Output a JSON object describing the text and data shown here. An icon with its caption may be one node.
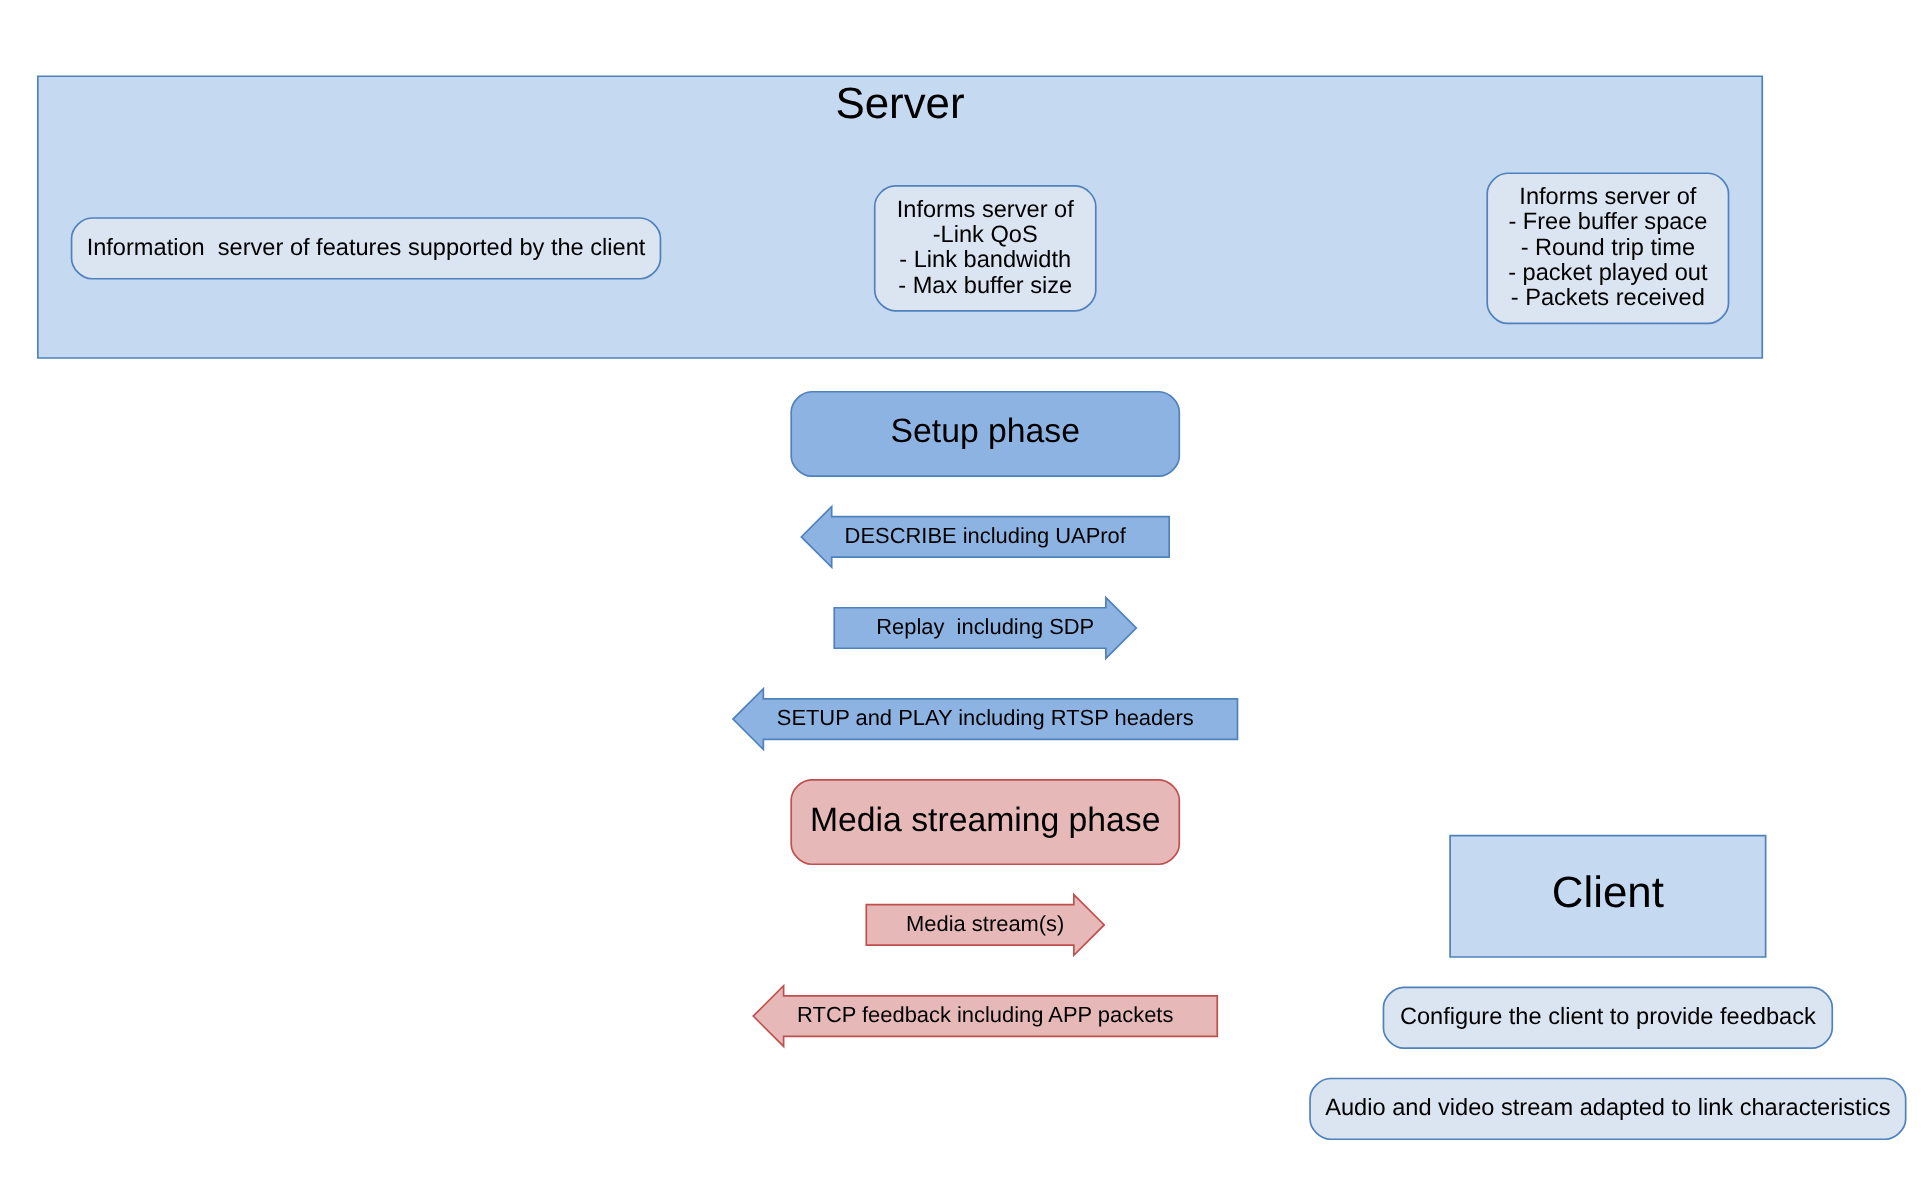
{
  "diagram": {
    "nodes": [
      {
        "text": [
          "Server"
        ]
      },
      {
        "text": [
          "Client"
        ]
      },
      {
        "text": [
          "Setup phase"
        ]
      },
      {
        "text": [
          "Information  server of features supported by the client"
        ],
        "in": 0
      },
      {
        "text": [
          "DESCRIBE including UAProf"
        ]
      },
      {
        "text": [
          "Replay  including SDP"
        ]
      },
      {
        "text": [
          "Configure the client to provide feedback"
        ]
      },
      {
        "text": [
          "Informs server of",
          "-Link QoS",
          "- Link bandwidth",
          "- Max buffer size"
        ],
        "in": 0
      },
      {
        "text": [
          "SETUP and PLAY including RTSP headers"
        ]
      },
      {
        "text": [
          "Media streaming phase"
        ]
      },
      {
        "text": [
          "Audio and video stream adapted to link characteristics"
        ]
      },
      {
        "text": [
          "Informs server of",
          "- Free buffer space",
          "- Round trip time",
          "- packet played out",
          "- Packets received"
        ],
        "in": 0
      },
      {
        "text": [
          "Media stream(s)"
        ]
      },
      {
        "text": [
          "RTCP feedback including APP packets"
        ]
      }
    ]
  }
}
